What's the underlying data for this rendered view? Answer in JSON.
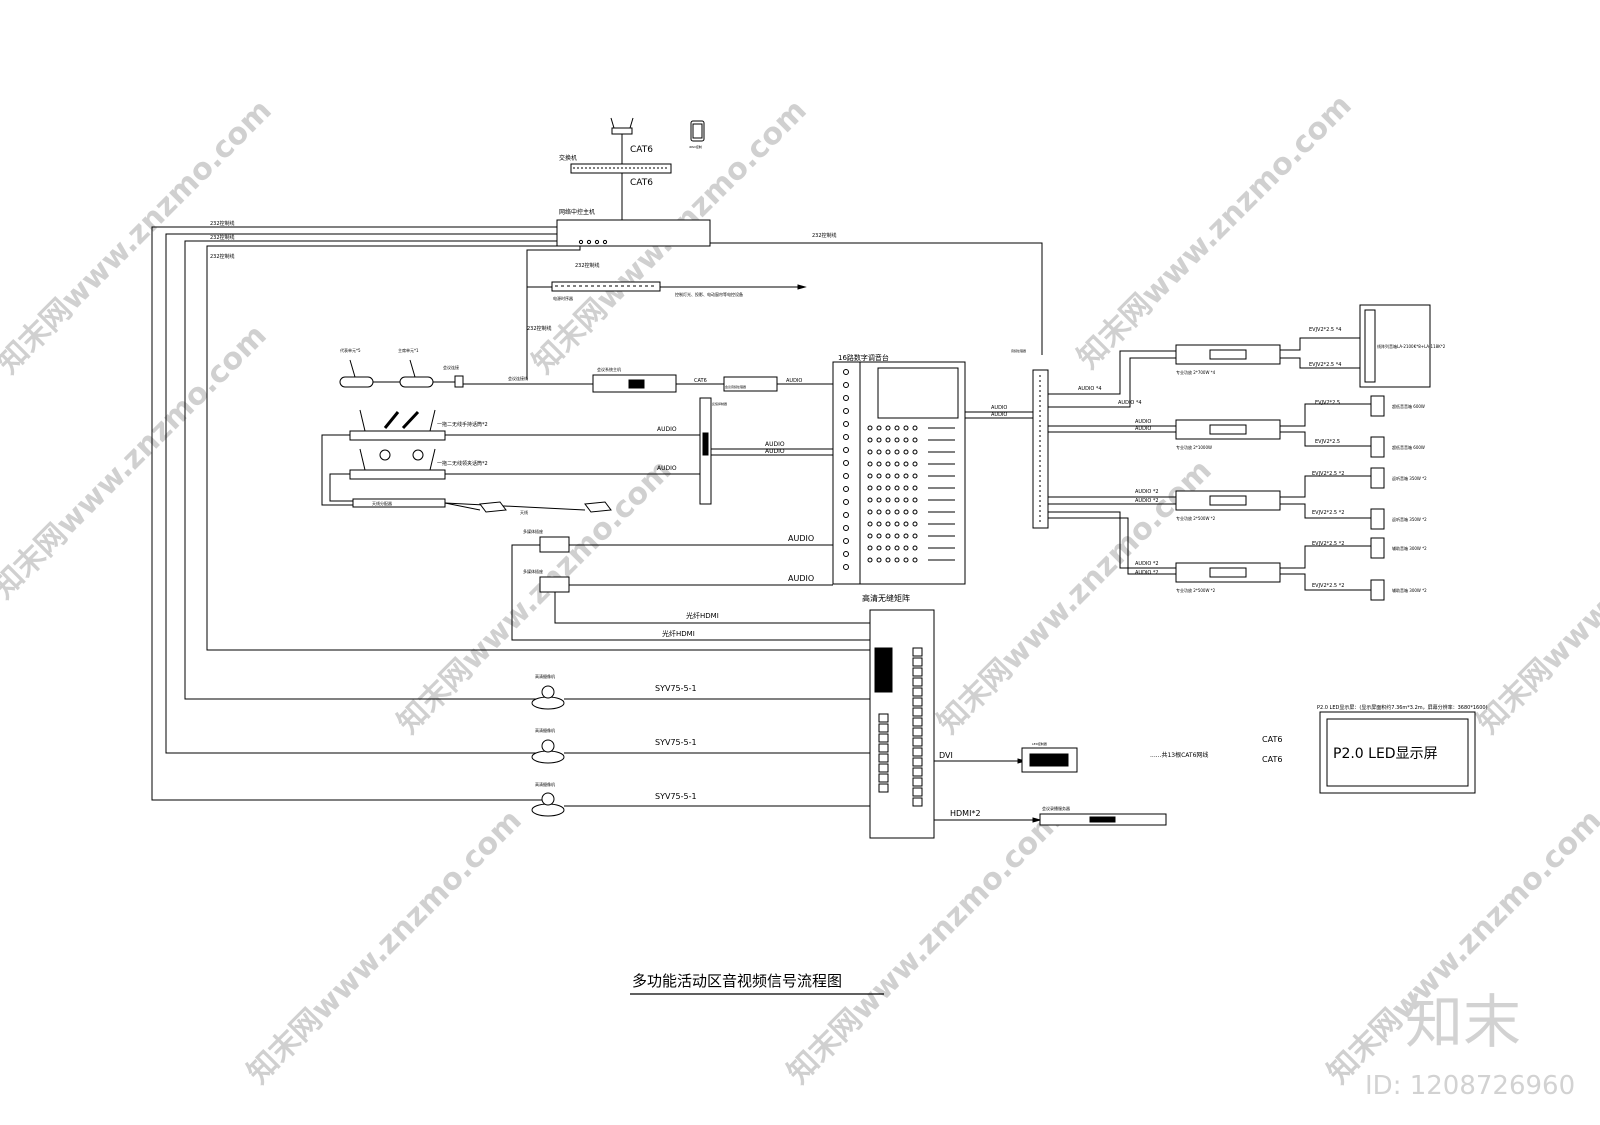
{
  "labels": {
    "cat6_top": "CAT6",
    "cat6_mid": "CAT6",
    "switch": "交换机",
    "main_controller": "网络中控主机",
    "l232_a": "232控制线",
    "l232_b": "232控制线",
    "l232_c": "232控制线",
    "l232_d": "232控制线",
    "l232_e": "232控制线",
    "l232_f": "232控制线",
    "power_seq": "电源时序器",
    "power_seq_note": "控制灯光、投影、电动窗帘等电控设备",
    "chair_mic": "代表单元*5",
    "chairman_mic": "主席单元*1",
    "mic_conn": "会议连接",
    "conf_host": "会议系统主机",
    "conf_line": "会议连接线",
    "cat6_conf": "CAT6",
    "conf_processor": "会议音频处理器",
    "audio_conf": "AUDIO",
    "mixer_title": "16路数字调音台",
    "feedback": "反馈抑制器",
    "wireless1": "一拖二无线手持话筒*2",
    "wireless2": "一拖二无线领夹话筒*2",
    "antenna": "天线分配器",
    "antenna2": "天线",
    "audio1": "AUDIO",
    "audio2": "AUDIO",
    "audio3": "AUDIO",
    "audio4": "AUDIO",
    "audio5": "AUDIO",
    "audio6": "AUDIO",
    "multi_port1": "多媒体插座",
    "multi_port2": "多媒体插座",
    "matrix_title": "高清无缝矩阵",
    "fiber_hdmi1": "光纤HDMI",
    "fiber_hdmi2": "光纤HDMI",
    "camera1": "高清摄像机",
    "camera2": "高清摄像机",
    "camera3": "高清摄像机",
    "syv1": "SYV75-5-1",
    "syv2": "SYV75-5-1",
    "syv3": "SYV75-5-1",
    "dvi": "DVI",
    "led_ctrl": "LED控制器",
    "hdmi2": "HDMI*2",
    "recorder": "会议录播服务器",
    "cat6_lines": "......共13根CAT6网线",
    "cat6_r1": "CAT6",
    "cat6_r2": "CAT6",
    "led_spec": "P2.0 LED显示屏：(显示屏面积约7.36m*3.2m，屏幕分辨率：3680*1600)",
    "led_screen": "P2.0 LED显示屏",
    "speaker_proc": "音频处理器",
    "audio_x4a": "AUDIO *4",
    "audio_x4b": "AUDIO *4",
    "audio_m1": "AUDIO",
    "audio_m2": "AUDIO",
    "audio_r1": "AUDIO",
    "audio_r2": "AUDIO",
    "audio_x2a": "AUDIO *2",
    "audio_x2b": "AUDIO *2",
    "audio_x2c": "AUDIO *2",
    "audio_x2d": "AUDIO *2",
    "amp1": "专业功放 2*700W *4",
    "amp2": "专业功放 2*1000W",
    "amp3": "专业功放 2*500W *2",
    "amp4": "专业功放 2*500W *2",
    "evj1": "EVJV2*2.5 *4",
    "evj2": "EVJV2*2.5 *4",
    "evj3": "EVJV2*2.5",
    "evj4": "EVJV2*2.5",
    "evj5": "EVJV2*2.5 *2",
    "evj6": "EVJV2*2.5 *2",
    "evj7": "EVJV2*2.5 *2",
    "evj8": "EVJV2*2.5 *2",
    "line_array": "线阵列音箱LA-2100K*8+LA-118K*2",
    "spk1": "超低音音箱 600W",
    "spk2": "超低音音箱 600W",
    "spk3": "返听音箱 350W *2",
    "spk4": "返听音箱 350W *2",
    "spk5": "辅助音箱 300W *2",
    "spk6": "辅助音箱 300W *2",
    "ipad": "iPAD控制",
    "diagram_title": "多功能活动区音视频信号流程图",
    "logo": "知末",
    "id": "ID: 1208726960",
    "watermark": "知末网www.znzmo.com"
  }
}
